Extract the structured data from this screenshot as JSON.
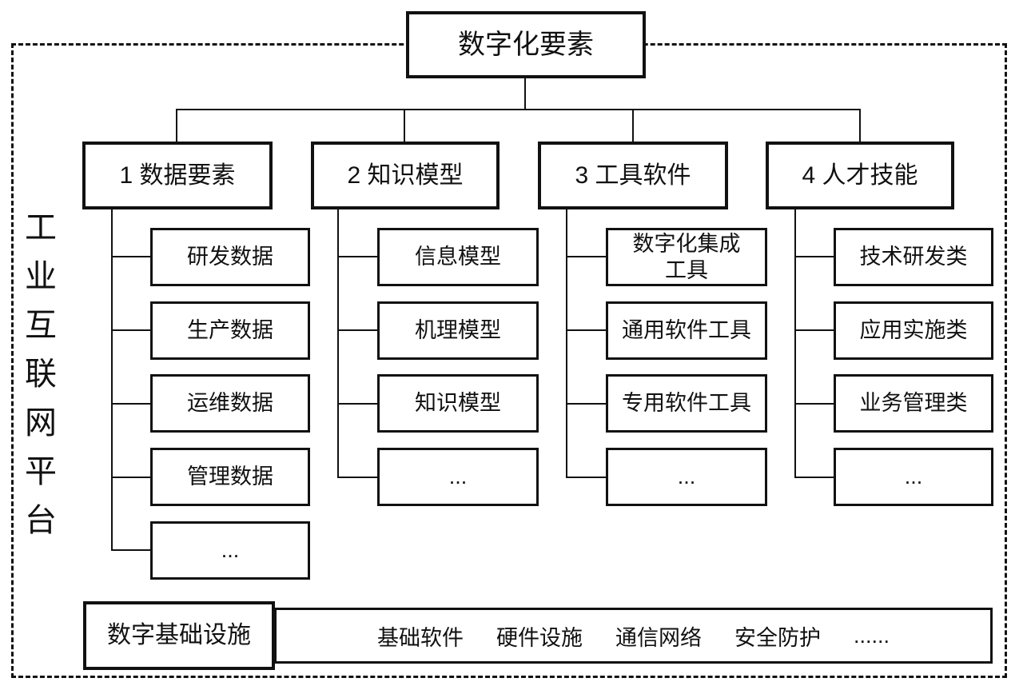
{
  "diagram": {
    "platform_label": "工业互联网平台",
    "root": "数字化要素",
    "branches": [
      {
        "label": "1 数据要素",
        "children": [
          "研发数据",
          "生产数据",
          "运维数据",
          "管理数据",
          "..."
        ]
      },
      {
        "label": "2 知识模型",
        "children": [
          "信息模型",
          "机理模型",
          "知识模型",
          "..."
        ]
      },
      {
        "label": "3 工具软件",
        "children": [
          "数字化集成工具",
          "通用软件工具",
          "专用软件工具",
          "..."
        ]
      },
      {
        "label": "4 人才技能",
        "children": [
          "技术研发类",
          "应用实施类",
          "业务管理类",
          "..."
        ]
      }
    ],
    "infrastructure": {
      "label": "数字基础设施",
      "items": [
        "基础软件",
        "硬件设施",
        "通信网络",
        "安全防护",
        "......"
      ]
    },
    "colors": {
      "line": "#111111",
      "background": "#ffffff"
    }
  }
}
